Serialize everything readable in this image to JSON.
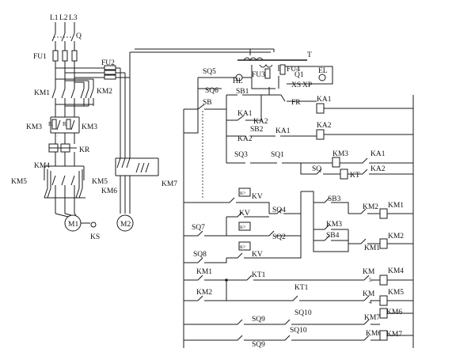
{
  "power": {
    "phase_labels": [
      "L1",
      "L2",
      "L3"
    ],
    "switch": "Q",
    "fuse1": "FU1",
    "fuse2": "FU2",
    "km1": "KM1",
    "km2": "KM2",
    "km3_left": "KM3",
    "km3_right": "KM3",
    "r_left": "R",
    "r_right": "R",
    "kr": "KR",
    "km4": "KM4",
    "km5_left": "KM5",
    "km5_right": "KM5",
    "km6": "KM6",
    "km7": "KM7",
    "motor1": "M1",
    "motor2": "M2",
    "ks": "KS"
  },
  "lighting": {
    "transformer": "T",
    "sq5": "SQ5",
    "sq6": "SQ6",
    "hl": "HL",
    "fu3": "FU3",
    "fu4": "FU4",
    "q1": "Q1",
    "el": "EL",
    "xs": "XS",
    "xp": "XP"
  },
  "control": {
    "sb": "SB",
    "sb1": "SB1",
    "fr": "FR",
    "ka1_coil": "KA1",
    "ka1_contact_a": "KA1",
    "ka2_contact_a": "KA2",
    "sb2": "SB2",
    "ka1_contact_b": "KA1",
    "ka2_coil": "KA2",
    "ka2_contact_b": "KA2",
    "sq3": "SQ3",
    "sq1": "SQ1",
    "km3_coil": "KM3",
    "ka1_contact_c": "KA1",
    "sq": "SQ",
    "kt_coil": "KT",
    "ka2_contact_c": "KA2",
    "kv_box1": "n>",
    "kv_label1": "KV",
    "sb3": "SB3",
    "km2_contact": "KM2",
    "km1_coil": "KM1",
    "kv_contact": "KV",
    "sq4": "SQ4",
    "kv_box2": "n>",
    "sq7": "SQ7",
    "sq2": "SQ2",
    "km3_contact": "KM3",
    "sb4": "SB4",
    "km1_contact": "KM1",
    "km2_coil": "KM2",
    "kv_box3": "n>",
    "kv_label3": "KV",
    "sq8": "SQ8",
    "km1_aux": "KM1",
    "kt1_contact_a": "KT1",
    "km5_label": "KM",
    "km5_sub": "5",
    "km4_coil": "KM4",
    "km2_aux": "KM2",
    "kt1_contact_b": "KT1",
    "km4_label": "KM",
    "km4_sub": "4",
    "km5_coil": "KM5",
    "sq9_a": "SQ9",
    "sq10_a": "SQ10",
    "km7_contact": "KM7",
    "km6_coil": "KM6",
    "sq10_b": "SQ10",
    "sq9_b": "SQ9",
    "km6_contact": "KM6",
    "km7_coil": "KM7"
  }
}
